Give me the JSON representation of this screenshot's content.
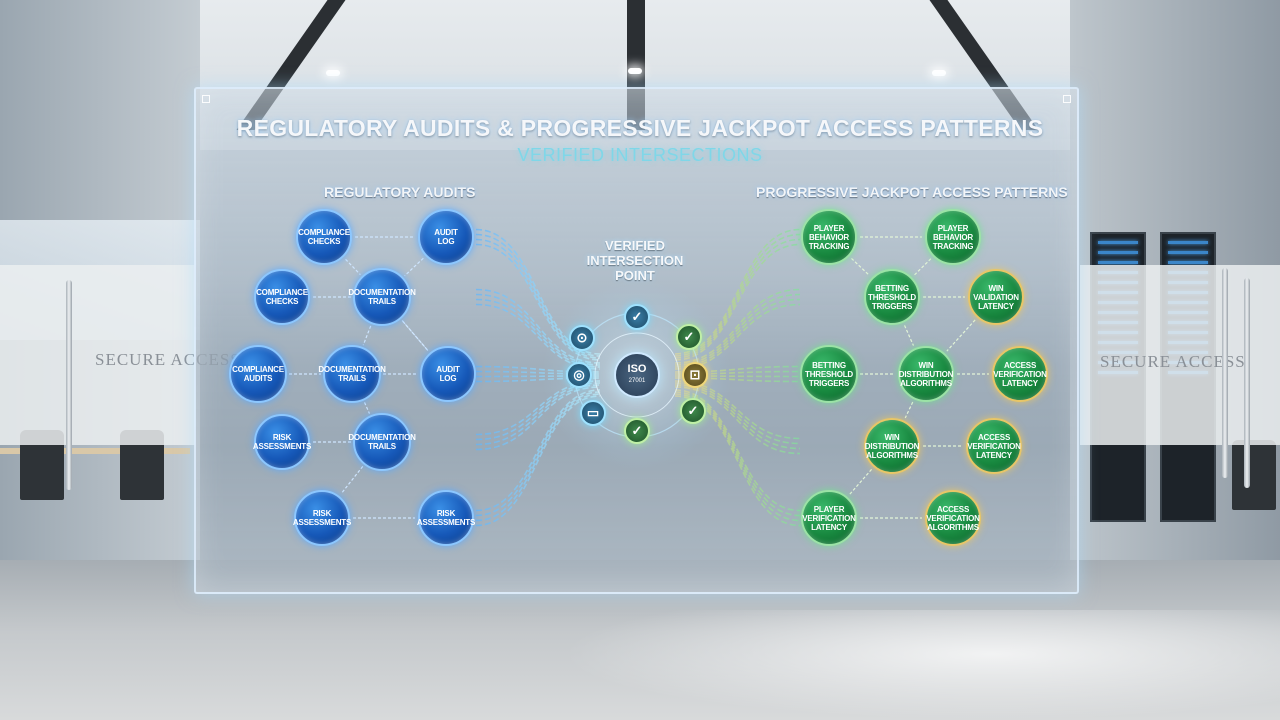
{
  "panel": {
    "title": "REGULATORY AUDITS & PROGRESSIVE JACKPOT ACCESS PATTERNS",
    "subtitle": "VERIFIED INTERSECTIONS",
    "left_heading": "REGULATORY AUDITS",
    "right_heading": "PROGRESSIVE JACKPOT ACCESS PATTERNS",
    "center_label": [
      "VERIFIED",
      "INTERSECTION",
      "POINT"
    ],
    "iso_badge": {
      "line1": "ISO",
      "line2": "27001"
    }
  },
  "background": {
    "frosted_sign_left": "SECURE ACCESS",
    "frosted_sign_right": "SECURE ACCESS"
  },
  "left_nodes": [
    {
      "id": "l1",
      "label": "COMPLIANCE CHECKS"
    },
    {
      "id": "l2",
      "label": "AUDIT LOG"
    },
    {
      "id": "l3",
      "label": "COMPLIANCE CHECKS"
    },
    {
      "id": "l4",
      "label": "DOCUMENTATION TRAILS"
    },
    {
      "id": "l5",
      "label": "COMPLIANCE AUDITS"
    },
    {
      "id": "l6",
      "label": "DOCUMENTATION TRAILS"
    },
    {
      "id": "l7",
      "label": "AUDIT LOG"
    },
    {
      "id": "l8",
      "label": "RISK ASSESSMENTS"
    },
    {
      "id": "l9",
      "label": "DOCUMENTATION TRAILS"
    },
    {
      "id": "l10",
      "label": "RISK ASSESSMENTS"
    },
    {
      "id": "l11",
      "label": "RISK ASSESSMENTS"
    }
  ],
  "right_nodes": [
    {
      "id": "r1",
      "label": "PLAYER BEHAVIOR TRACKING"
    },
    {
      "id": "r2",
      "label": "PLAYER BEHAVIOR TRACKING"
    },
    {
      "id": "r3",
      "label": "BETTING THRESHOLD TRIGGERS"
    },
    {
      "id": "r4",
      "label": "WIN VALIDATION LATENCY"
    },
    {
      "id": "r5",
      "label": "BETTING THRESHOLD TRIGGERS"
    },
    {
      "id": "r6",
      "label": "WIN DISTRIBUTION ALGORITHMS"
    },
    {
      "id": "r7",
      "label": "ACCESS VERIFICATION LATENCY"
    },
    {
      "id": "r8",
      "label": "WIN DISTRIBUTION ALGORITHMS"
    },
    {
      "id": "r9",
      "label": "ACCESS VERIFICATION LATENCY"
    },
    {
      "id": "r10",
      "label": "PLAYER VERIFICATION LATENCY"
    },
    {
      "id": "r11",
      "label": "ACCESS VERIFICATION ALGORITHMS"
    }
  ],
  "badges": [
    "check-icon",
    "check-icon",
    "lock-icon",
    "card-icon",
    "shield-icon",
    "check-icon"
  ],
  "colors": {
    "blue_node": "#1658b8",
    "green_node": "#18883f",
    "gold_ring": "#e8c667",
    "cyan_flow": "#7fd7e8"
  }
}
